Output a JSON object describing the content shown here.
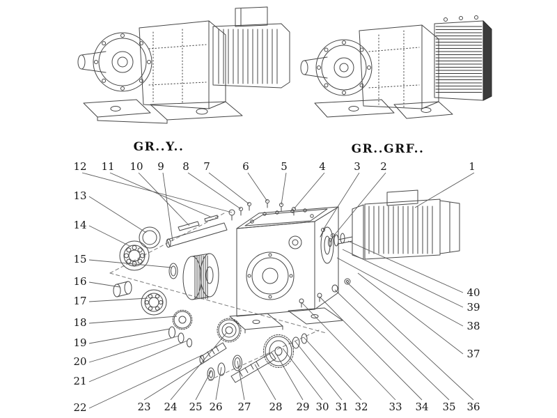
{
  "titles": {
    "left": "GR..Y..",
    "right": "GR..GRF.."
  },
  "callouts": {
    "top": [
      "12",
      "11",
      "10",
      "9",
      "8",
      "7",
      "6",
      "5",
      "4",
      "3",
      "2",
      "1"
    ],
    "left": [
      "13",
      "14",
      "15",
      "16",
      "17",
      "18",
      "19",
      "20",
      "21",
      "22"
    ],
    "bottom": [
      "23",
      "24",
      "25",
      "26",
      "27",
      "28",
      "29",
      "30",
      "31",
      "32",
      "33",
      "34",
      "35",
      "36"
    ],
    "right": [
      "40",
      "39",
      "38",
      "37"
    ]
  },
  "colors": {
    "ink": "#454545",
    "text": "#161616",
    "background": "#ffffff"
  }
}
